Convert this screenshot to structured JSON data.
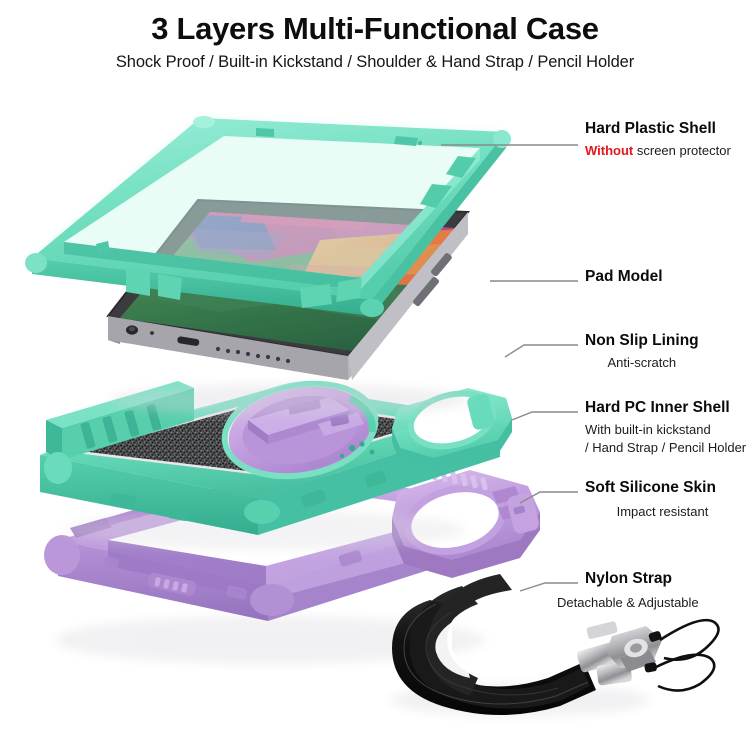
{
  "header": {
    "title": "3 Layers Multi-Functional Case",
    "subtitle": "Shock Proof / Built-in Kickstand / Shoulder & Hand Strap / Pencil Holder"
  },
  "callouts": [
    {
      "id": "hard-plastic-shell",
      "title": "Hard Plastic Shell",
      "sub_highlight": "Without",
      "sub_rest": " screen protector",
      "sub_line2": ""
    },
    {
      "id": "pad-model",
      "title": "Pad Model",
      "sub_highlight": "",
      "sub_rest": "",
      "sub_line2": ""
    },
    {
      "id": "non-slip-lining",
      "title": "Non Slip Lining",
      "sub_highlight": "",
      "sub_rest": "Anti-scratch",
      "sub_line2": ""
    },
    {
      "id": "hard-pc-inner-shell",
      "title": "Hard PC Inner Shell",
      "sub_highlight": "",
      "sub_rest": "With built-in kickstand",
      "sub_line2": "/ Hand Strap / Pencil Holder"
    },
    {
      "id": "soft-silicone-skin",
      "title": "Soft Silicone Skin",
      "sub_highlight": "",
      "sub_rest": "Impact resistant",
      "sub_line2": ""
    },
    {
      "id": "nylon-strap",
      "title": "Nylon Strap",
      "sub_highlight": "",
      "sub_rest": "Detachable & Adjustable",
      "sub_line2": ""
    }
  ],
  "colors": {
    "mint_light": "#8EE8CE",
    "mint": "#63D8B6",
    "mint_dark": "#3EB698",
    "mint_shadow": "#2E9E82",
    "purple_light": "#CFB2E6",
    "purple": "#BB97DA",
    "purple_dark": "#9E78C1",
    "purple_shadow": "#8A64AE",
    "tablet_bezel": "#3B3B40",
    "tablet_body": "#A8A8AD",
    "tablet_edge": "#C9C9CE",
    "grit": "#4A4A4E",
    "strap_black": "#121212",
    "metal": "#C6C6C9",
    "highlight_red": "#e2161c",
    "leader_line": "#8A8A8A",
    "text": "#0b0b0b"
  },
  "artwork": {
    "layers": [
      {
        "name": "hard-plastic-shell",
        "material": "Hard Plastic Shell",
        "color": "mint"
      },
      {
        "name": "pad-model",
        "material": "Tablet",
        "color": "tablet_bezel"
      },
      {
        "name": "non-slip-lining",
        "material": "Grit lining",
        "color": "grit"
      },
      {
        "name": "hard-pc-inner-shell",
        "material": "Hard PC Inner Shell",
        "color": "mint"
      },
      {
        "name": "soft-silicone-skin",
        "material": "Soft Silicone Skin",
        "color": "purple"
      },
      {
        "name": "nylon-strap",
        "material": "Nylon Strap",
        "color": "strap_black"
      }
    ],
    "wallpaper_colors": [
      "#D2357F",
      "#B83A8E",
      "#3F3F96",
      "#E07B35",
      "#E86A3A",
      "#3F7A4B",
      "#2F6B46"
    ]
  }
}
